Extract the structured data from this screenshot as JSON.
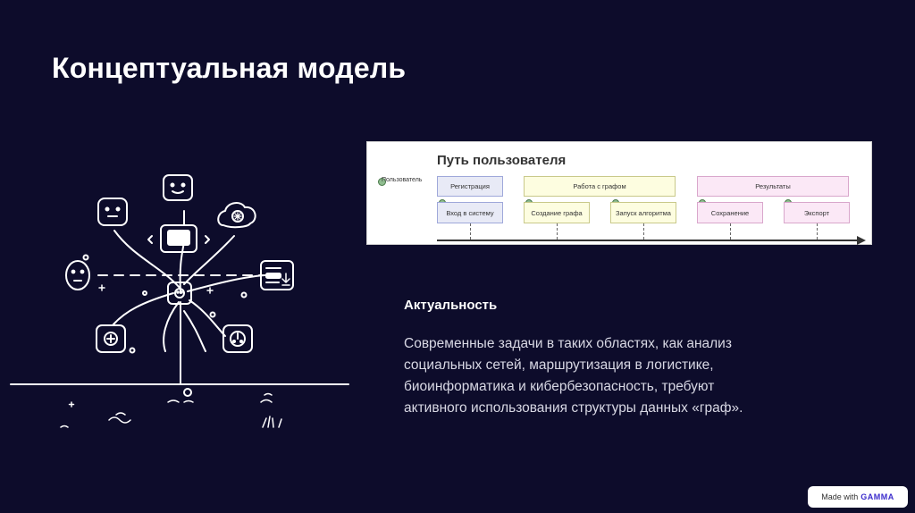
{
  "slide": {
    "title": "Концептуальная модель",
    "section_heading": "Актуальность",
    "body": "Современные задачи в таких областях, как анализ социальных сетей, маршрутизация в логистике, биоинформатика и кибербезопасность, требуют активного использования структуры данных «граф»."
  },
  "journey": {
    "title": "Путь пользователя",
    "actor": "Пользователь",
    "stages": [
      {
        "label": "Регистрация",
        "color": "#e8eaf6"
      },
      {
        "label": "Работа с графом",
        "color": "#fdfde0"
      },
      {
        "label": "Результаты",
        "color": "#fbe8f6"
      }
    ],
    "tasks": [
      "Вход в систему",
      "Создание графа",
      "Запуск алгоритма",
      "Сохранение",
      "Экспорт"
    ]
  },
  "badge": {
    "prefix": "Made with",
    "brand": "GAMMA"
  },
  "colors": {
    "background": "#0d0c2b",
    "text": "#ffffff",
    "muted_text": "#d8d8e4"
  }
}
